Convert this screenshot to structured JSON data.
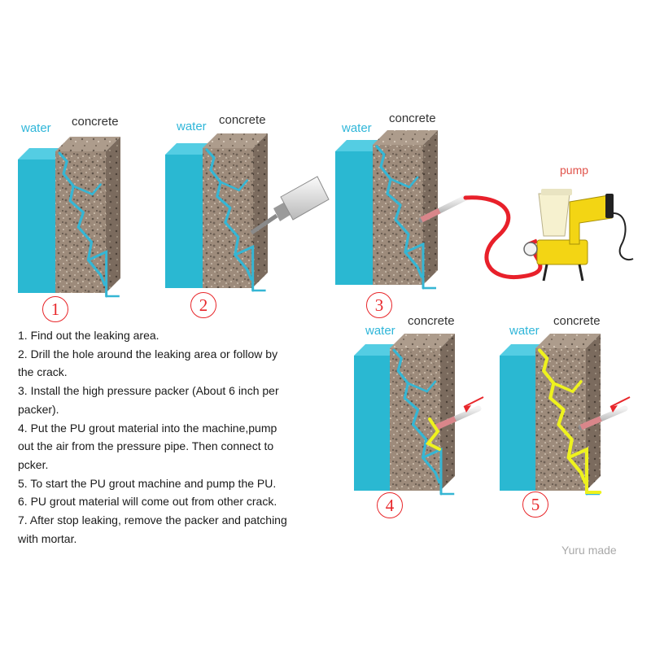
{
  "panels": [
    {
      "number": "1",
      "water_label": "water",
      "concrete_label": "concrete"
    },
    {
      "number": "2",
      "water_label": "water",
      "concrete_label": "concrete"
    },
    {
      "number": "3",
      "water_label": "water",
      "concrete_label": "concrete",
      "pump_label": "pump"
    },
    {
      "number": "4",
      "water_label": "water",
      "concrete_label": "concrete"
    },
    {
      "number": "5",
      "water_label": "water",
      "concrete_label": "concrete"
    }
  ],
  "steps": [
    "1. Find out the leaking area.",
    "2. Drill the hole around the leaking area or follow by",
    "the crack.",
    "3. Install the high pressure packer (About 6 inch per",
    "packer).",
    "4. Put the PU grout material into the machine,pump",
    "out the air from the pressure pipe. Then connect to",
    "pcker.",
    "5. To start the PU grout machine and pump the PU.",
    "6. PU grout material will come out from other crack.",
    "7. After stop leaking, remove the packer and patching",
    "with mortar."
  ],
  "credit": "Yuru made",
  "colors": {
    "water": "#2ab8d2",
    "concrete": "#9c8a7a",
    "crack": "#35b6d4",
    "grout": "#eef21e",
    "hose": "#e8202a",
    "pump_body": "#f3d514",
    "number_circle": "#e8262a"
  }
}
